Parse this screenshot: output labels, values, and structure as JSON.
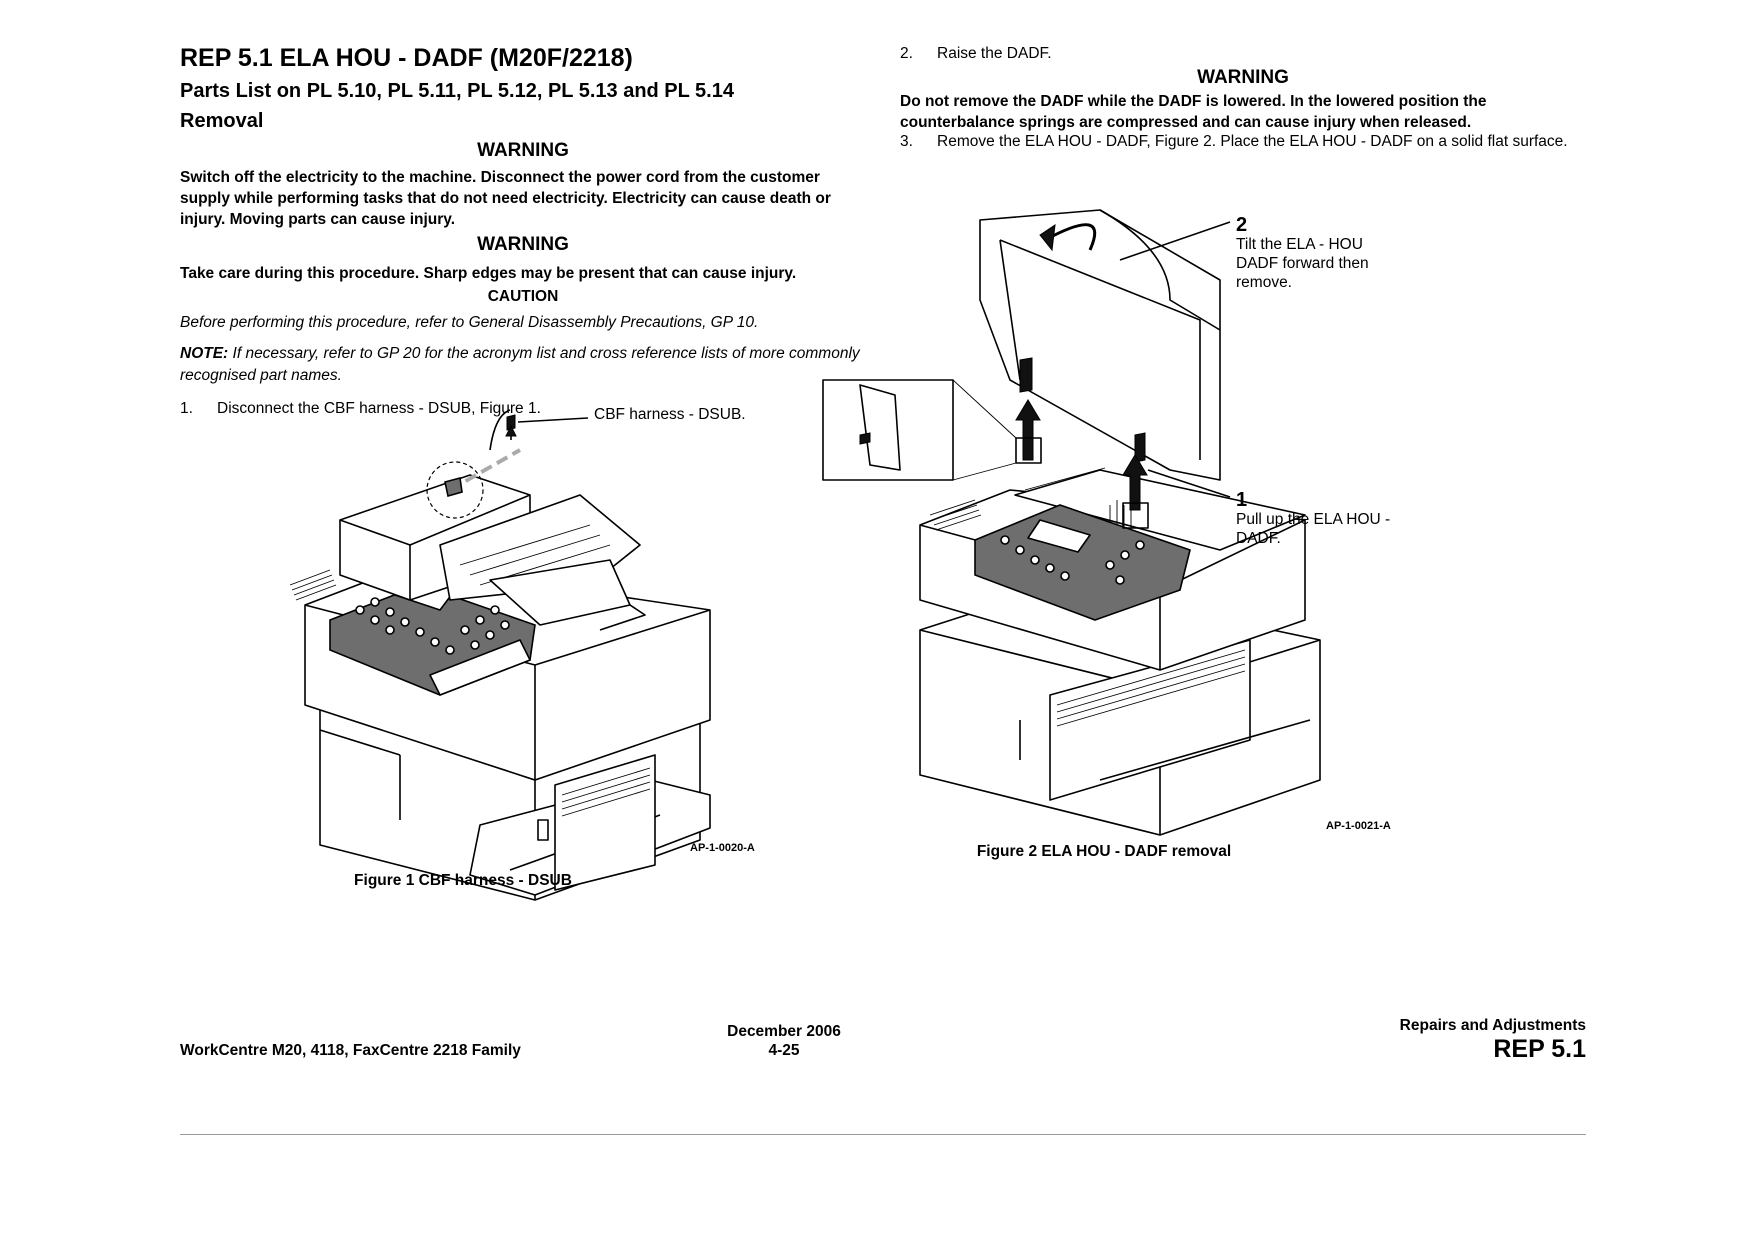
{
  "header": {
    "title": "REP 5.1 ELA HOU - DADF (M20F/2218)",
    "subtitle": "Parts List on PL 5.10, PL 5.11, PL 5.12, PL 5.13 and PL 5.14",
    "section": "Removal"
  },
  "left": {
    "warning1_head": "WARNING",
    "warning1_text": "Switch off the electricity to the machine. Disconnect the power cord from the customer supply while performing tasks that do not need electricity. Electricity can cause death or injury. Moving parts can cause injury.",
    "warning2_head": "WARNING",
    "warning2_text": "Take care during this procedure. Sharp edges may be present that can cause injury.",
    "caution_head": "CAUTION",
    "caution_text": "Before performing this procedure, refer to General Disassembly Precautions, GP 10.",
    "note_label": "NOTE:",
    "note_text": " If necessary, refer to GP 20 for the acronym list and cross reference lists of more commonly recognised part names.",
    "step1_num": "1.",
    "step1_text": "Disconnect the CBF harness - DSUB, Figure 1.",
    "figure1_callout": "CBF harness - DSUB.",
    "figure1_code": "AP-1-0020-A",
    "figure1_caption": "Figure 1 CBF harness - DSUB"
  },
  "right": {
    "step2_num": "2.",
    "step2_text": "Raise the DADF.",
    "warning3_head": "WARNING",
    "warning3_text": "Do not remove the DADF while the DADF is lowered. In the lowered position the counterbalance springs are compressed and can cause injury when released.",
    "step3_num": "3.",
    "step3_text": "Remove the ELA HOU - DADF, Figure 2. Place the ELA HOU - DADF on a solid flat surface.",
    "callout2_num": "2",
    "callout2_text": "Tilt the ELA - HOU DADF forward then remove.",
    "callout1_num": "1",
    "callout1_text": "Pull up the ELA HOU - DADF.",
    "figure2_code": "AP-1-0021-A",
    "figure2_caption": "Figure 2 ELA HOU - DADF removal"
  },
  "footer": {
    "product": "WorkCentre M20, 4118, FaxCentre 2218 Family",
    "date": "December 2006",
    "page": "4-25",
    "chapter": "Repairs and Adjustments",
    "rep": "REP 5.1"
  }
}
